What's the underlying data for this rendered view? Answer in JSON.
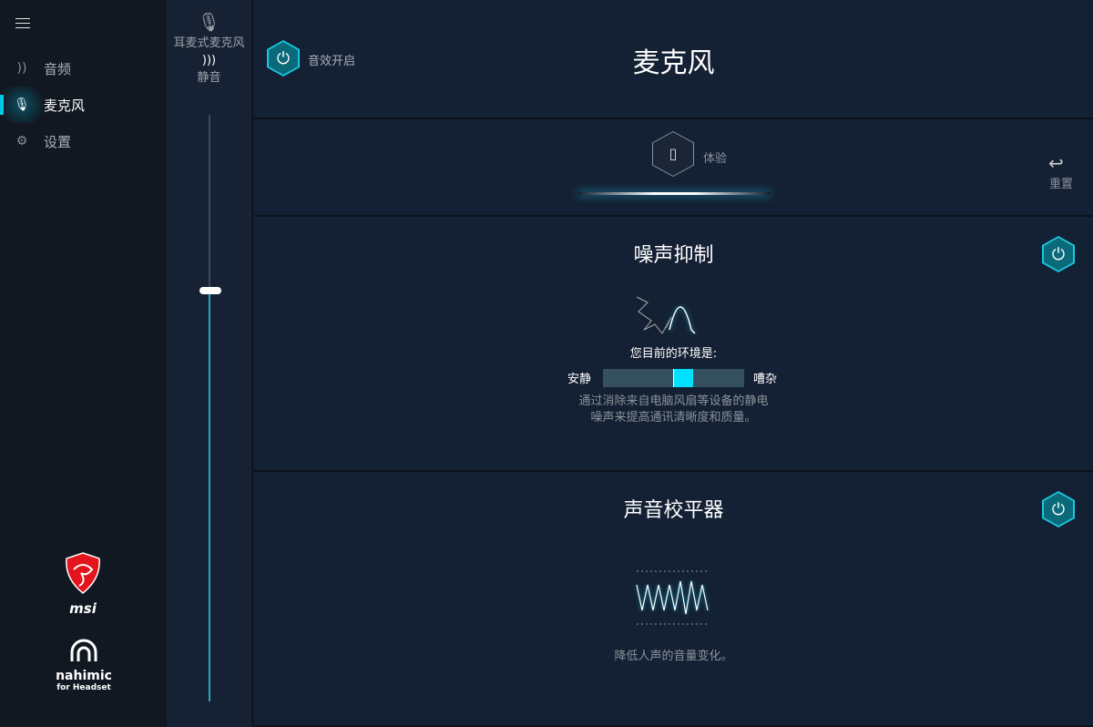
{
  "sidebar": {
    "items": [
      {
        "label": "音频",
        "icon": "audio-wave-icon"
      },
      {
        "label": "麦克风",
        "icon": "microphone-icon",
        "active": true
      },
      {
        "label": "设置",
        "icon": "gear-icon"
      }
    ],
    "logos": {
      "msi": "msi",
      "nahimic": "nahimic",
      "nahimic_sub": "for Headset"
    }
  },
  "device": {
    "name": "耳麦式麦克风",
    "mute_label": "静音",
    "volume": 0.7
  },
  "header": {
    "effects_label": "音效开启",
    "title": "麦克风"
  },
  "experience": {
    "label": "体验",
    "reset_label": "重置"
  },
  "noise": {
    "title": "噪声抑制",
    "env_label": "您目前的环境是:",
    "left": "安静",
    "right": "嘈杂",
    "level": 0.57,
    "desc1": "通过消除来自电脑风扇等设备的静电",
    "desc2": "噪声来提高通讯清晰度和质量。"
  },
  "leveler": {
    "title": "声音校平器",
    "desc": "降低人声的音量变化。"
  },
  "colors": {
    "accent": "#00e0ff",
    "bg": "#142033"
  }
}
